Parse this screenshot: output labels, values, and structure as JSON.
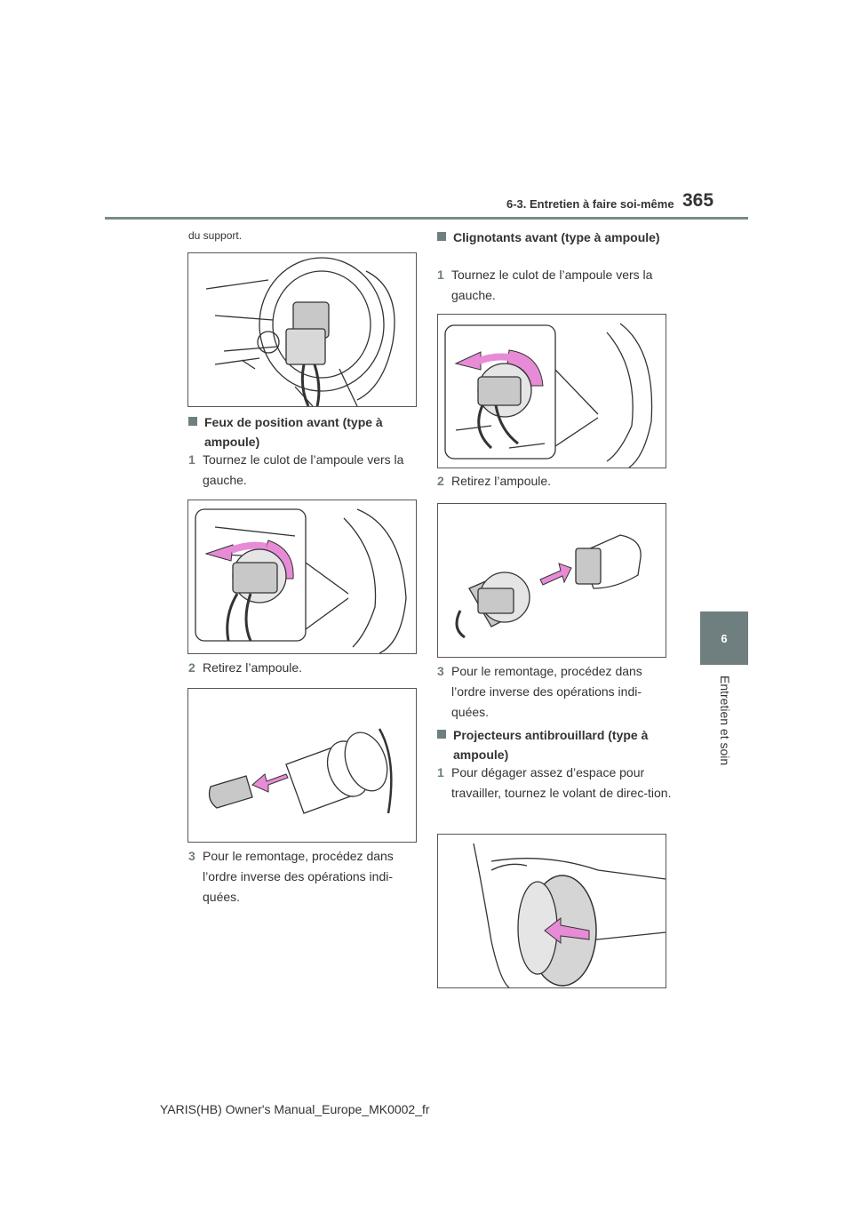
{
  "header": {
    "section": "6-3. Entretien à faire soi-même",
    "page_number": "365"
  },
  "chapter": {
    "number": "6",
    "title": "Entretien et soin"
  },
  "left": {
    "intro": "du support.",
    "heading": "Feux de position avant (type à ampoule)",
    "steps": [
      {
        "num": "1",
        "text": "Tournez le culot de l’ampoule vers la gauche."
      },
      {
        "num": "2",
        "text": "Retirez l’ampoule."
      },
      {
        "num": "3",
        "text": "Pour le remontage, procédez dans l’ordre inverse des opérations indi-quées."
      }
    ]
  },
  "right": {
    "heading1": "Clignotants avant (type à ampoule)",
    "steps1": [
      {
        "num": "1",
        "text": "Tournez le culot de l’ampoule vers la gauche."
      },
      {
        "num": "2",
        "text": "Retirez l’ampoule."
      },
      {
        "num": "3",
        "text": "Pour le remontage, procédez dans l’ordre inverse des opérations indi-quées."
      }
    ],
    "heading2": "Projecteurs antibrouillard (type à ampoule)",
    "steps2": [
      {
        "num": "1",
        "text": "Pour dégager assez d’espace pour travailler, tournez le volant de direc-tion."
      }
    ]
  },
  "footer": {
    "text": "YARIS(HB) Owner's Manual_Europe_MK0002_fr"
  },
  "colors": {
    "accent": "#6f7e7e",
    "arrow": "#e88bd6"
  }
}
